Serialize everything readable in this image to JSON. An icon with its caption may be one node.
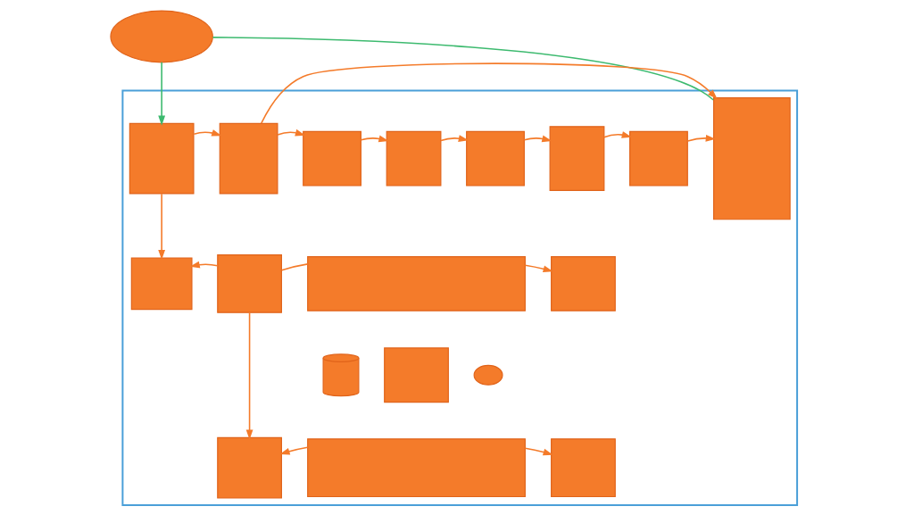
{
  "diagram": {
    "nodes": [
      {
        "text": [],
        "shape": "cloud"
      },
      {
        "text": [],
        "shape": "box"
      },
      {
        "text": [],
        "shape": "box",
        "in": 1
      },
      {
        "text": [],
        "shape": "box",
        "in": 1
      },
      {
        "text": [],
        "shape": "box",
        "in": 1
      },
      {
        "text": [],
        "shape": "box",
        "in": 1
      },
      {
        "text": [],
        "shape": "box",
        "in": 1
      },
      {
        "text": [],
        "shape": "box",
        "in": 1
      },
      {
        "text": [],
        "shape": "box",
        "in": 1
      },
      {
        "text": [],
        "shape": "box",
        "in": 1
      },
      {
        "text": [],
        "shape": "box",
        "in": 1
      },
      {
        "text": [],
        "shape": "box",
        "in": 1
      },
      {
        "text": [],
        "shape": "box",
        "in": 1
      },
      {
        "text": [],
        "shape": "box",
        "in": 1
      },
      {
        "text": [],
        "shape": "cylinder",
        "in": 1
      },
      {
        "text": [],
        "shape": "box",
        "in": 1
      },
      {
        "text": [],
        "shape": "cloud",
        "in": 1
      },
      {
        "text": [],
        "shape": "box",
        "in": 1
      },
      {
        "text": [],
        "shape": "box",
        "in": 1
      },
      {
        "text": [],
        "shape": "box",
        "in": 1
      }
    ],
    "edges": [
      {
        "from": 0,
        "to": 2,
        "arrow": "to",
        "color": "#3dba6f"
      },
      {
        "from": 0,
        "to": 9,
        "arrow": "none",
        "color": "#3dba6f"
      },
      {
        "from": 2,
        "to": 3,
        "arrow": "to"
      },
      {
        "from": 3,
        "to": 4,
        "arrow": "to"
      },
      {
        "from": 4,
        "to": 5,
        "arrow": "to"
      },
      {
        "from": 5,
        "to": 6,
        "arrow": "to"
      },
      {
        "from": 6,
        "to": 7,
        "arrow": "to"
      },
      {
        "from": 7,
        "to": 8,
        "arrow": "to"
      },
      {
        "from": 8,
        "to": 9,
        "arrow": "to"
      },
      {
        "from": 3,
        "to": 9,
        "arrow": "to"
      },
      {
        "from": 2,
        "to": 10,
        "arrow": "to"
      },
      {
        "from": 11,
        "to": 10,
        "arrow": "to"
      },
      {
        "from": 11,
        "to": 12,
        "arrow": "none"
      },
      {
        "from": 11,
        "to": 17,
        "arrow": "to"
      },
      {
        "from": 12,
        "to": 13,
        "arrow": "to"
      },
      {
        "from": 18,
        "to": 17,
        "arrow": "to"
      },
      {
        "from": 18,
        "to": 19,
        "arrow": "to"
      }
    ]
  }
}
